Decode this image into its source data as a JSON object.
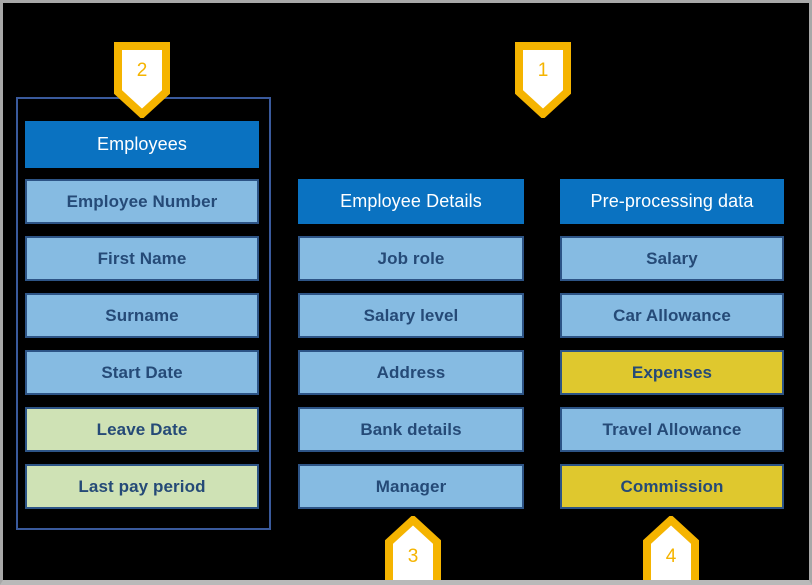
{
  "diagram": {
    "title": "Employee data model with pre-processing callouts",
    "background_color": "#000000",
    "colors": {
      "header_blue": "#0a72c1",
      "light_blue": "#86bbe2",
      "light_green": "#cfe2b5",
      "yellow": "#dfc82e",
      "text_navy": "#254a77",
      "border_navy": "#2d5486",
      "frame_navy": "#3a5a9c",
      "callout_gold": "#f5b400",
      "callout_fill": "#ffffff"
    }
  },
  "columns": [
    {
      "id": "employees",
      "framed": true,
      "boxes": [
        {
          "label": "Employees",
          "style": "header"
        },
        {
          "label": "Employee Number",
          "style": "blue"
        },
        {
          "label": "First Name",
          "style": "blue"
        },
        {
          "label": "Surname",
          "style": "blue"
        },
        {
          "label": "Start Date",
          "style": "blue"
        },
        {
          "label": "Leave Date",
          "style": "green"
        },
        {
          "label": "Last pay period",
          "style": "green"
        }
      ]
    },
    {
      "id": "employee-details",
      "framed": false,
      "boxes": [
        {
          "label": "Employee Details",
          "style": "header"
        },
        {
          "label": "Job role",
          "style": "blue"
        },
        {
          "label": "Salary level",
          "style": "blue"
        },
        {
          "label": "Address",
          "style": "blue"
        },
        {
          "label": "Bank details",
          "style": "blue"
        },
        {
          "label": "Manager",
          "style": "blue"
        }
      ]
    },
    {
      "id": "pre-processing-data",
      "framed": false,
      "boxes": [
        {
          "label": "Pre-processing data",
          "style": "header"
        },
        {
          "label": "Salary",
          "style": "blue"
        },
        {
          "label": "Car Allowance",
          "style": "blue"
        },
        {
          "label": "Expenses",
          "style": "yellow"
        },
        {
          "label": "Travel Allowance",
          "style": "blue"
        },
        {
          "label": "Commission",
          "style": "yellow"
        }
      ]
    }
  ],
  "callouts": [
    {
      "number": "2",
      "direction": "down",
      "target": "Employees"
    },
    {
      "number": "1",
      "direction": "down",
      "target": "Pre-processing data"
    },
    {
      "number": "3",
      "direction": "up",
      "target": "Manager"
    },
    {
      "number": "4",
      "direction": "up",
      "target": "Commission"
    }
  ]
}
